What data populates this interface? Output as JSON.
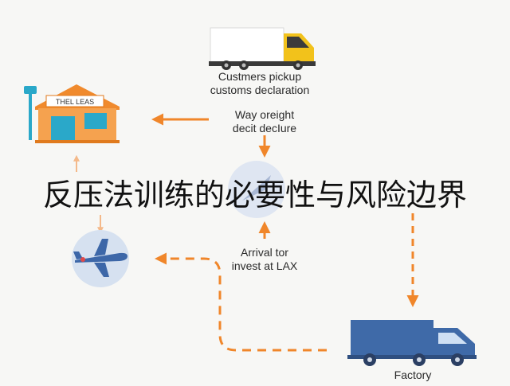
{
  "diagram": {
    "labels": {
      "truck_top": [
        "Custmers pickup",
        "customs declaration"
      ],
      "way": [
        "Way oreight",
        "decit decIure"
      ],
      "arrival": [
        "Arrival tor",
        "invest at LAX"
      ],
      "factory": "Factory",
      "warehouse_sign": "THEL LEAS"
    },
    "overlay_title": "反压法训练的必要性与风险边界",
    "icons": [
      "truck-icon",
      "warehouse-icon",
      "airplane-icon",
      "globe-plane-icon",
      "factory-truck-icon"
    ],
    "colors": {
      "arrow": "#f0862a",
      "truck_yellow": "#f2c21b",
      "warehouse_orange": "#f08a2d",
      "warehouse_blue": "#2aa8c9",
      "blue_truck": "#3f6aa8",
      "plane_blue": "#3d67a8",
      "circle_bg": "#d6e1f0"
    }
  }
}
